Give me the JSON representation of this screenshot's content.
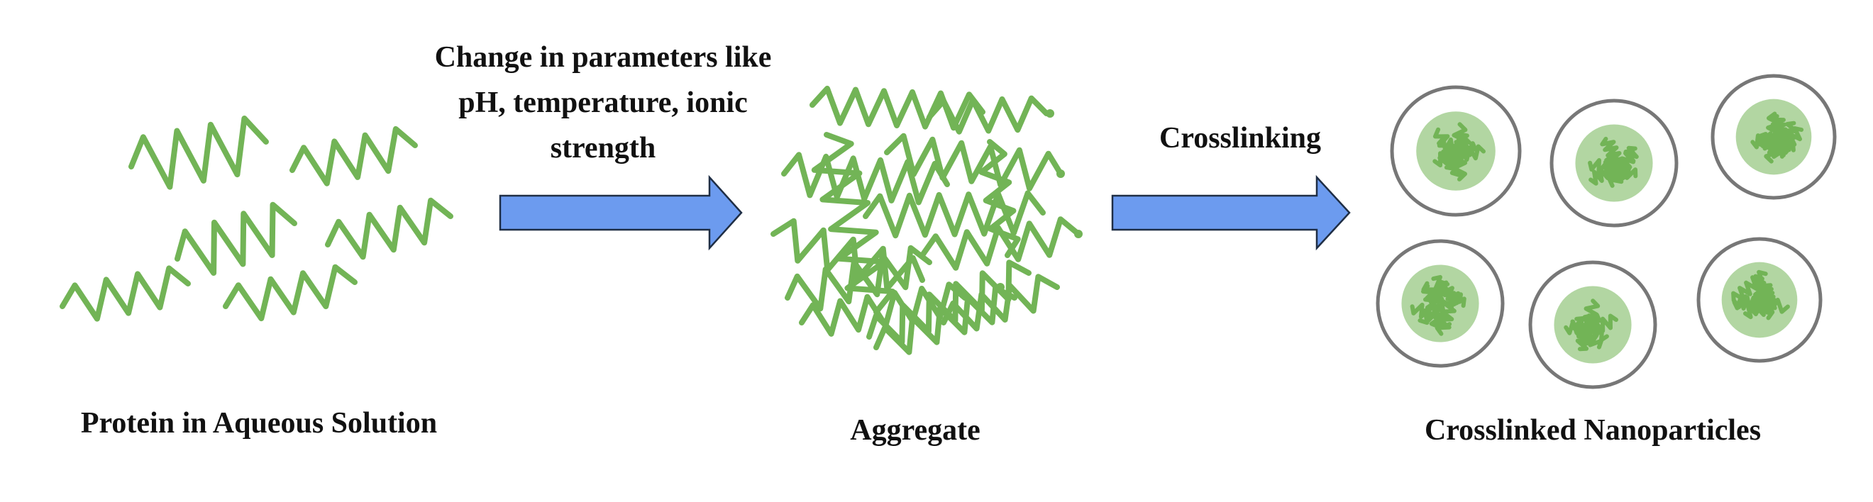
{
  "colors": {
    "protein": "#72B456",
    "arrow_fill": "#6C9BEF",
    "arrow_stroke": "#1F2E45",
    "circle_stroke": "#777777",
    "text": "#111111"
  },
  "stages": {
    "solution_label": "Protein in Aqueous Solution",
    "aggregate_label": "Aggregate",
    "nanoparticles_label": "Crosslinked Nanoparticles"
  },
  "steps": {
    "desolvation": {
      "line1": "Change in parameters like",
      "line2": "pH, temperature, ionic",
      "line3": "strength"
    },
    "crosslinking": {
      "label": "Crosslinking"
    }
  },
  "icons": {
    "protein_chain": "wavy-line-icon",
    "arrow": "right-arrow-icon",
    "nanoparticle": "circle-with-tangle-icon"
  }
}
